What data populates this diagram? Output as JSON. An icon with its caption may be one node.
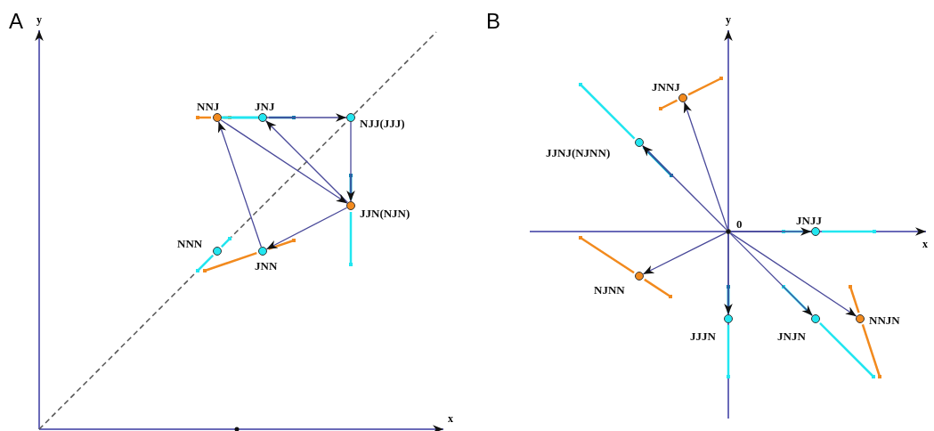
{
  "diagram": {
    "nodes": [
      {
        "text": [
          "NNJ"
        ]
      },
      {
        "text": [
          "JNJ"
        ]
      },
      {
        "text": [
          "NJJ(JJJ)"
        ]
      },
      {
        "text": [
          "JJN(NJN)"
        ]
      },
      {
        "text": [
          "NNN"
        ]
      },
      {
        "text": [
          "JNN"
        ]
      },
      {
        "text": [
          "0"
        ]
      },
      {
        "text": [
          "JNNJ"
        ]
      },
      {
        "text": [
          "JJNJ(NJNN)"
        ]
      },
      {
        "text": [
          "JNJJ"
        ]
      },
      {
        "text": [
          "NJNN"
        ]
      },
      {
        "text": [
          "JJJN"
        ]
      },
      {
        "text": [
          "JNJN"
        ]
      },
      {
        "text": [
          "NNJN"
        ]
      }
    ],
    "edges": [
      {
        "from": 1,
        "to": 2,
        "arrow": "to"
      },
      {
        "from": 2,
        "to": 3,
        "arrow": "to"
      },
      {
        "from": 3,
        "to": 1,
        "arrow": "to"
      },
      {
        "from": 0,
        "to": 3,
        "arrow": "to"
      },
      {
        "from": 3,
        "to": 5,
        "arrow": "to"
      },
      {
        "from": 5,
        "to": 0,
        "arrow": "to"
      },
      {
        "from": 0,
        "to": 1,
        "arrow": "none",
        "style": "thick",
        "color": "#22e6f0"
      },
      {
        "from": 6,
        "to": 7,
        "arrow": "to"
      },
      {
        "from": 6,
        "to": 8,
        "arrow": "to"
      },
      {
        "from": 6,
        "to": 9,
        "arrow": "to"
      },
      {
        "from": 6,
        "to": 10,
        "arrow": "to"
      },
      {
        "from": 6,
        "to": 11,
        "arrow": "to"
      },
      {
        "from": 6,
        "to": 12,
        "arrow": "to"
      },
      {
        "from": 6,
        "to": 13,
        "arrow": "to"
      }
    ],
    "labels": [
      "A",
      "y",
      "x",
      "B",
      "y",
      "x"
    ]
  }
}
